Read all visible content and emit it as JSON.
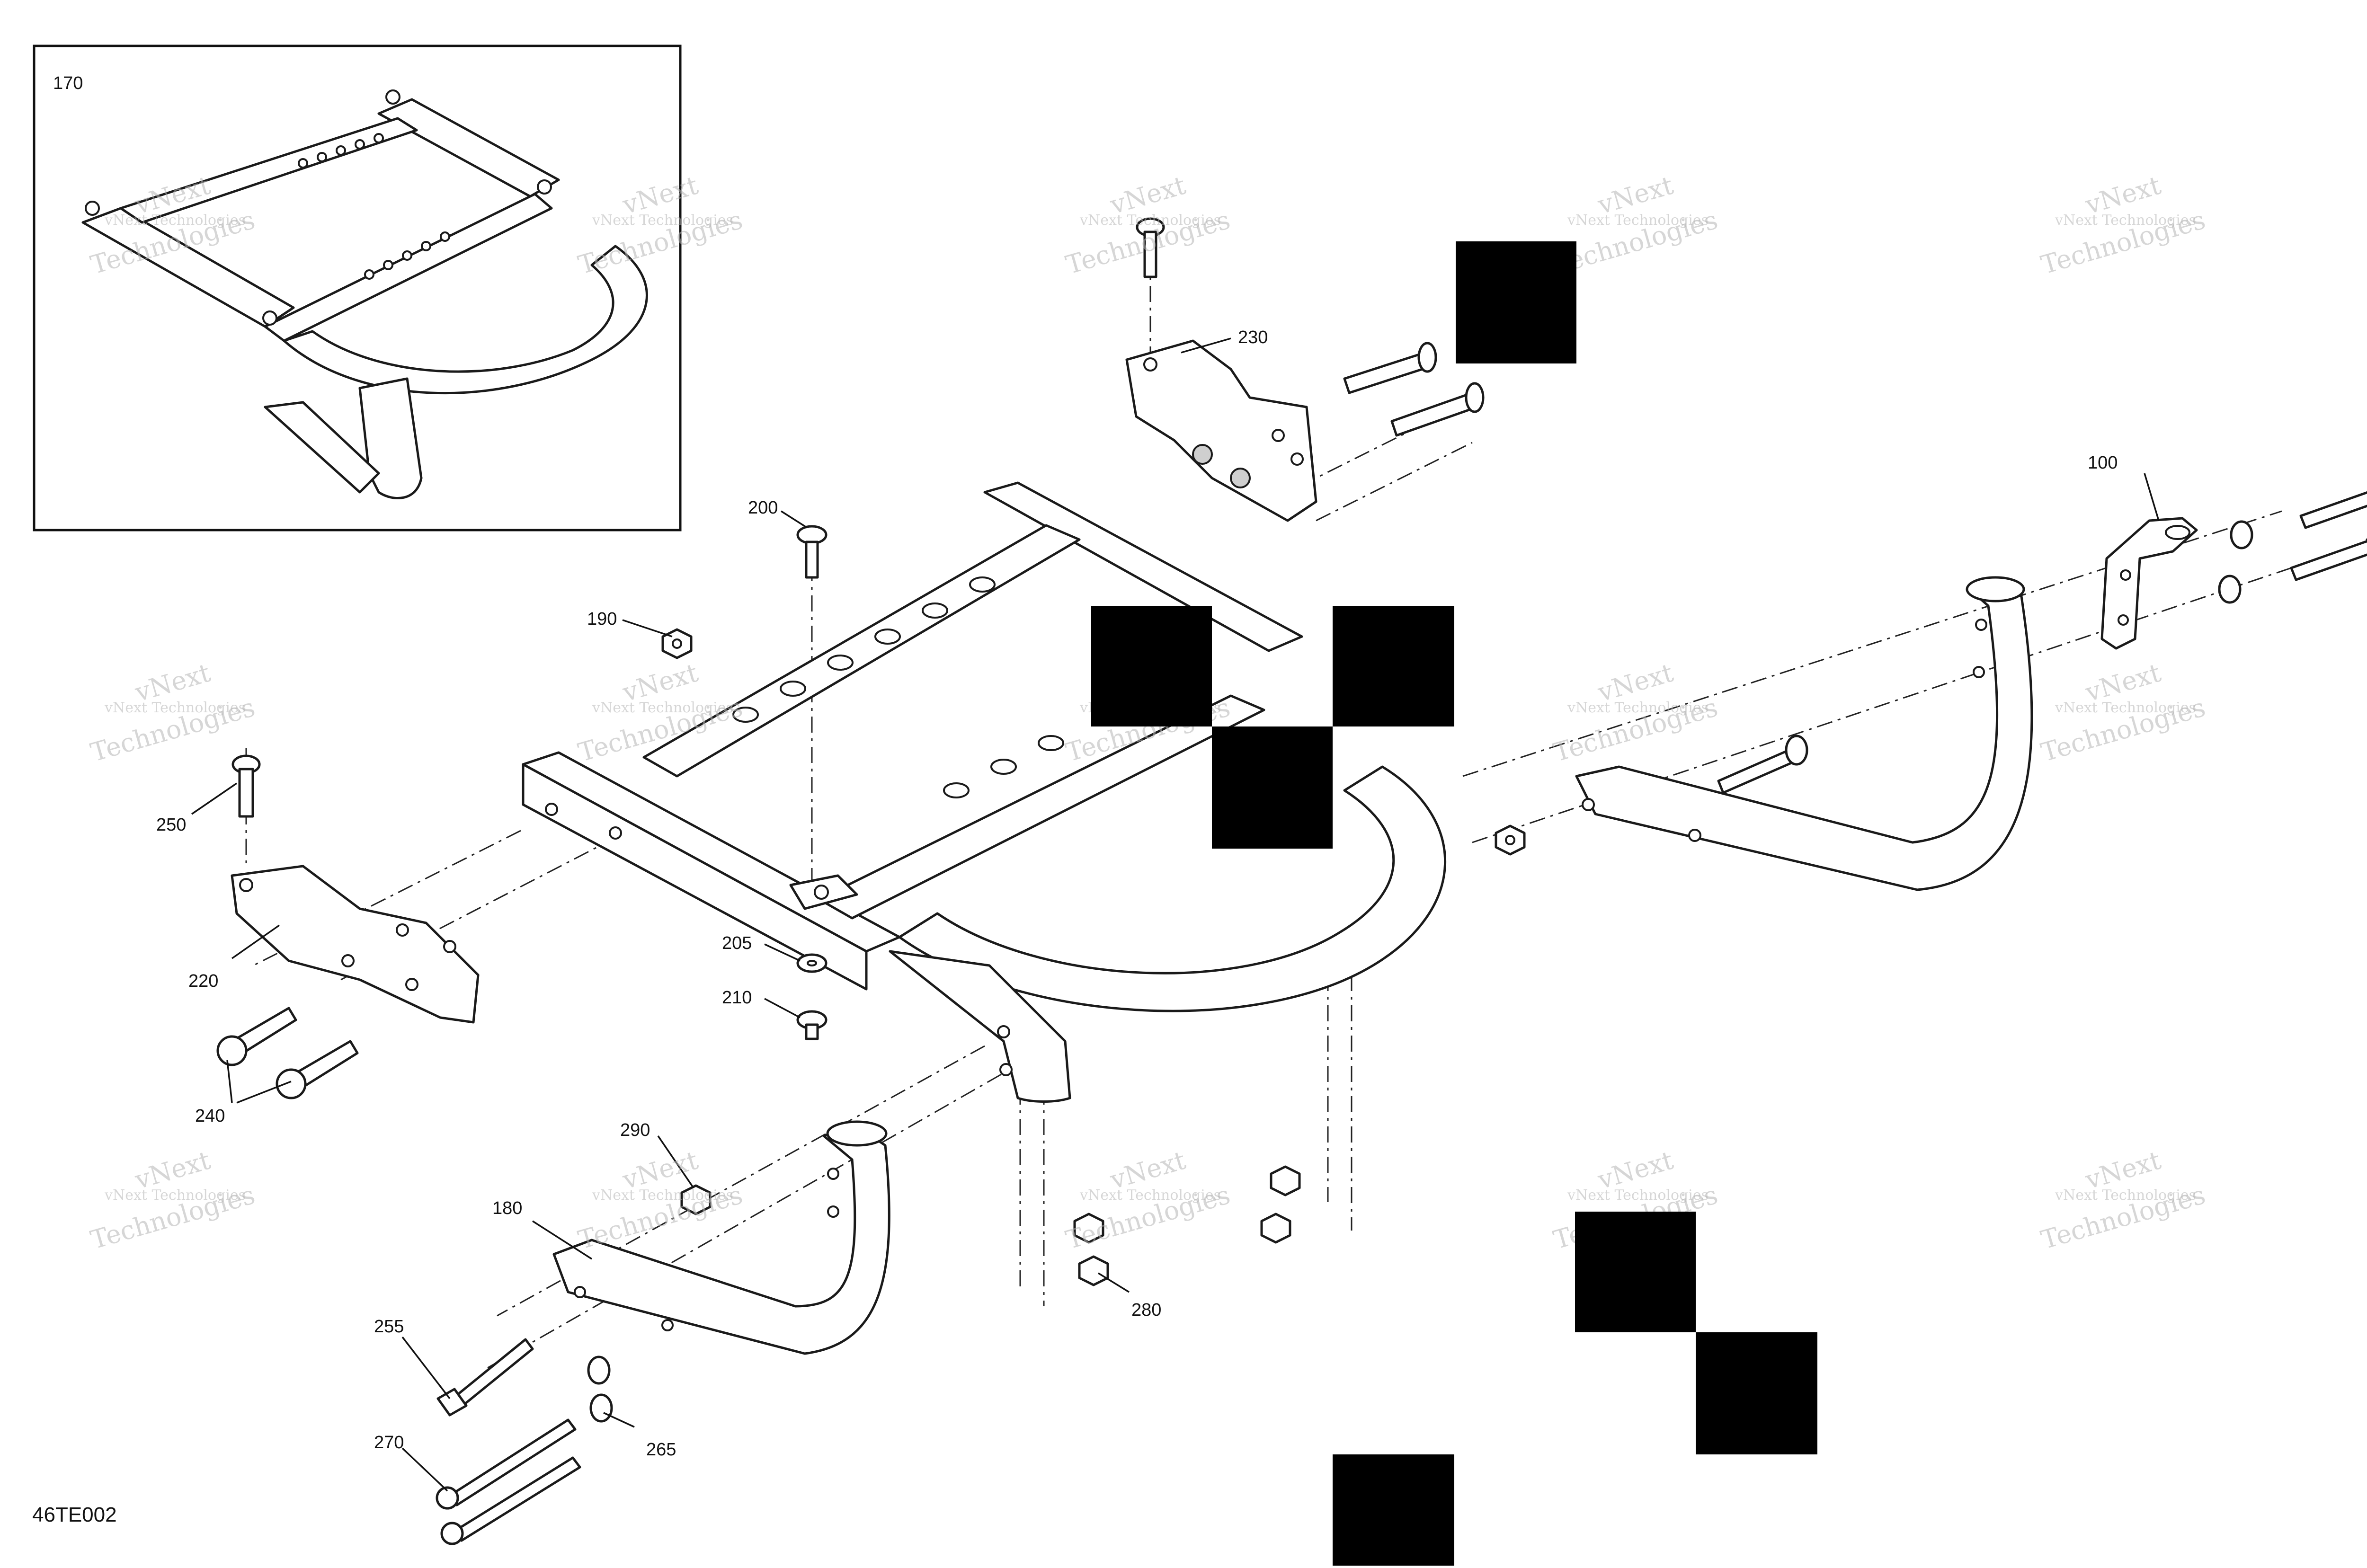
{
  "diagram": {
    "drawing_code": "46TE002",
    "inset_label": "170",
    "callouts": [
      "100",
      "180",
      "190",
      "200",
      "205",
      "210",
      "220",
      "230",
      "240",
      "250",
      "255",
      "265",
      "270",
      "280",
      "290"
    ],
    "watermark": {
      "line1": "vNext Technologies",
      "line2": "vNext",
      "line3": "Technologies"
    }
  }
}
